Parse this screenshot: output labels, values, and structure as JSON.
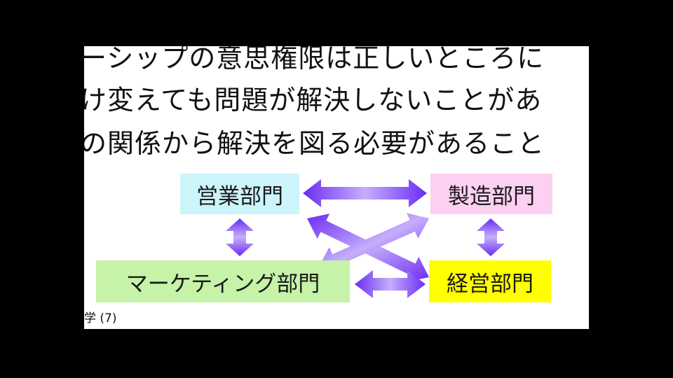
{
  "slide": {
    "text_lines": [
      "ーシップの意思権限は正しいところに",
      "け変えても問題が解決しないことがあ",
      "の関係から解決を図る必要があること"
    ],
    "footer": "学 (7)"
  },
  "diagram": {
    "nodes": {
      "sales": {
        "label": "営業部門",
        "color": "#ccf4fb"
      },
      "manufacturing": {
        "label": "製造部門",
        "color": "#fbd0f0"
      },
      "marketing": {
        "label": "マーケティング部門",
        "color": "#c6f3a8"
      },
      "management": {
        "label": "経営部門",
        "color": "#ffff00"
      }
    },
    "arrow_color": "#7a3cf4",
    "links": [
      {
        "from": "sales",
        "to": "manufacturing"
      },
      {
        "from": "sales",
        "to": "marketing"
      },
      {
        "from": "sales",
        "to": "management"
      },
      {
        "from": "manufacturing",
        "to": "marketing"
      },
      {
        "from": "manufacturing",
        "to": "management"
      },
      {
        "from": "marketing",
        "to": "management"
      }
    ]
  }
}
